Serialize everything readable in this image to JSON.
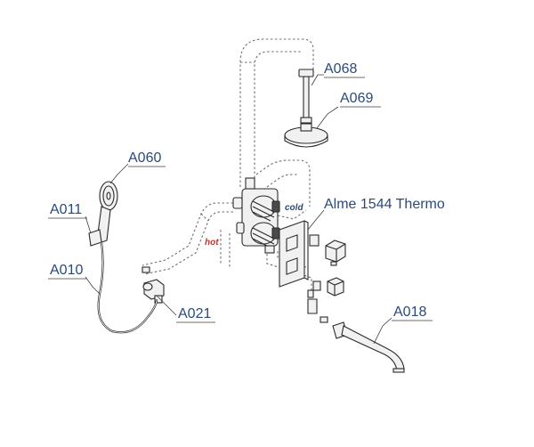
{
  "diagram": {
    "callouts": {
      "a068": "A068",
      "a069": "A069",
      "a060": "A060",
      "a011": "A011",
      "a010": "A010",
      "a021": "A021",
      "a018": "A018",
      "panel": "Alme 1544 Thermo"
    },
    "flow_tags": {
      "hot": "hot",
      "cold": "cold"
    },
    "colors": {
      "callout_text": "#2b4a7a",
      "hot": "#c0392b",
      "cold": "#2b4a7a",
      "line": "#2a2a2a"
    }
  }
}
